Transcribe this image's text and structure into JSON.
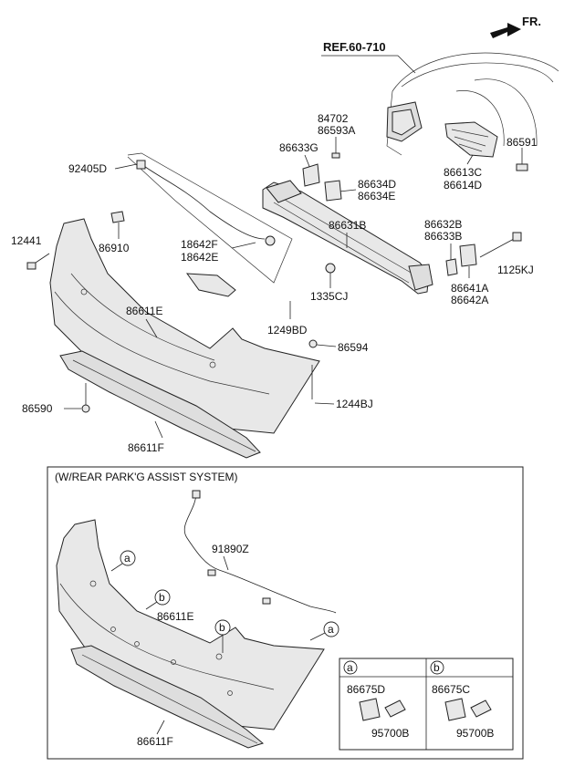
{
  "header": {
    "direction_label": "FR.",
    "ref_label": "REF.60-710"
  },
  "main_parts": {
    "p92405D": "92405D",
    "p12441": "12441",
    "p86910": "86910",
    "p84702": "84702",
    "p86593A": "86593A",
    "p86633G": "86633G",
    "p86634D": "86634D",
    "p86634E": "86634E",
    "p86613C": "86613C",
    "p86614D": "86614D",
    "p86591": "86591",
    "p18642F": "18642F",
    "p18642E": "18642E",
    "p86631B": "86631B",
    "p86632B": "86632B",
    "p86633B": "86633B",
    "p1125KJ": "1125KJ",
    "p1335CJ": "1335CJ",
    "p86641A": "86641A",
    "p86642A": "86642A",
    "p86611E": "86611E",
    "p1249BD": "1249BD",
    "p86594": "86594",
    "p86590": "86590",
    "p1244BJ": "1244BJ",
    "p86611F": "86611F"
  },
  "inset": {
    "title": "(W/REAR PARK'G ASSIST SYSTEM)",
    "p91890Z": "91890Z",
    "p86611E": "86611E",
    "p86611F": "86611F",
    "callout_a": "a",
    "callout_b": "b",
    "legend_a": {
      "key": "a",
      "part1": "86675D",
      "part2": "95700B"
    },
    "legend_b": {
      "key": "b",
      "part1": "86675C",
      "part2": "95700B"
    }
  }
}
